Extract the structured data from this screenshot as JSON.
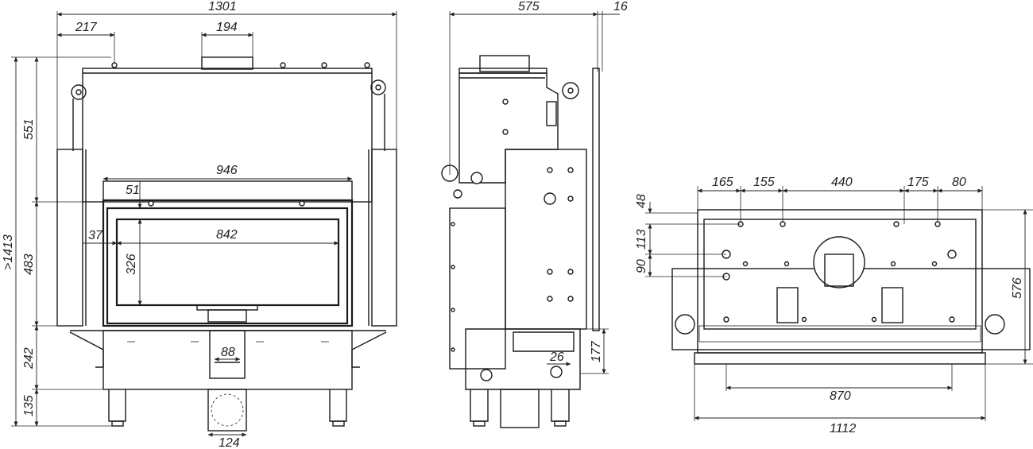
{
  "front": {
    "width_total": "1301",
    "left_offset": "217",
    "flue_width": "194",
    "height_total": ">1413",
    "upper_height": "551",
    "middle_height": "483",
    "lower_height": "242",
    "leg_height": "135",
    "glass_frame_width": "946",
    "frame_top": "51",
    "side_gap": "37",
    "glass_width": "842",
    "glass_height": "326",
    "air_inlet_width": "88",
    "air_duct_width": "124"
  },
  "side": {
    "depth": "575",
    "door_offset": "16",
    "inlet_offset": "26",
    "inlet_height": "177"
  },
  "top": {
    "seg1": "165",
    "seg2": "155",
    "seg3": "440",
    "seg4": "175",
    "seg5": "80",
    "v1": "48",
    "v2": "113",
    "v3": "90",
    "depth": "576",
    "inner_width": "870",
    "total_width": "1112"
  }
}
